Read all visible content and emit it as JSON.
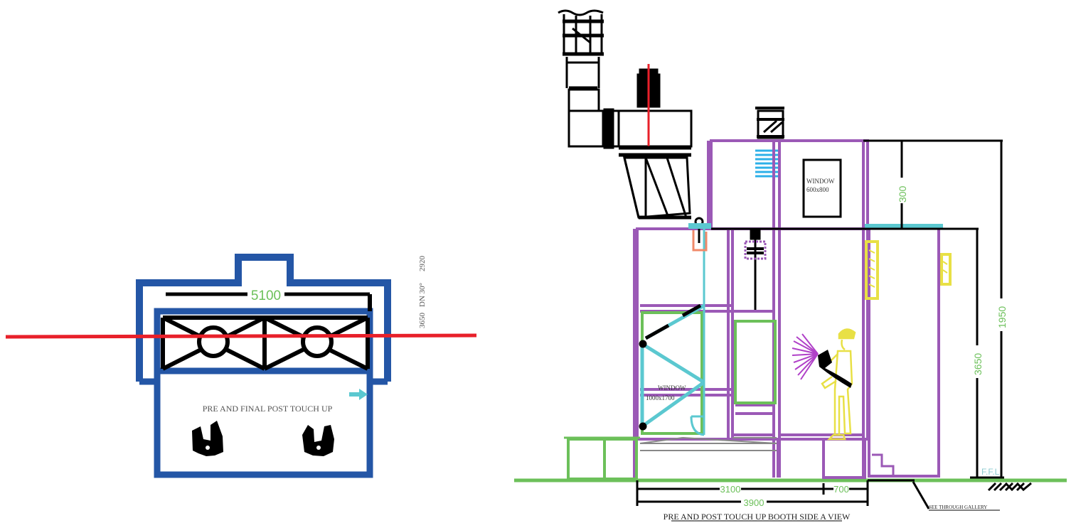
{
  "plan": {
    "width_label": "5100",
    "station_label": "PRE AND FINAL  POST TOUCH UP",
    "duct_note_1": "3650",
    "duct_note_2": "DN 30°",
    "duct_note_3": "2920"
  },
  "side": {
    "title": "PRE AND POST TOUCH UP BOOTH SIDE A VIEW",
    "window_top_label": "WINDOW",
    "window_top_size": "600x800",
    "window_big_label": "WINDOW",
    "window_big_size": "1000x1700",
    "dim_300": "300",
    "dim_1950": "1950",
    "dim_3650": "3650",
    "dim_3100": "3100",
    "dim_700": "700",
    "dim_3900": "3900",
    "ffl_label": "F.F.L",
    "gallery_label": "SEE THROUGH GALLERY"
  },
  "colors": {
    "plan_outline": "#2456a6",
    "axis_line": "#e8202a",
    "frame": "#9b59b6",
    "ground": "#6cc05a",
    "duct": "#5bc8d0",
    "operator": "#e8e045",
    "dimension_text": "#6cc05a"
  }
}
